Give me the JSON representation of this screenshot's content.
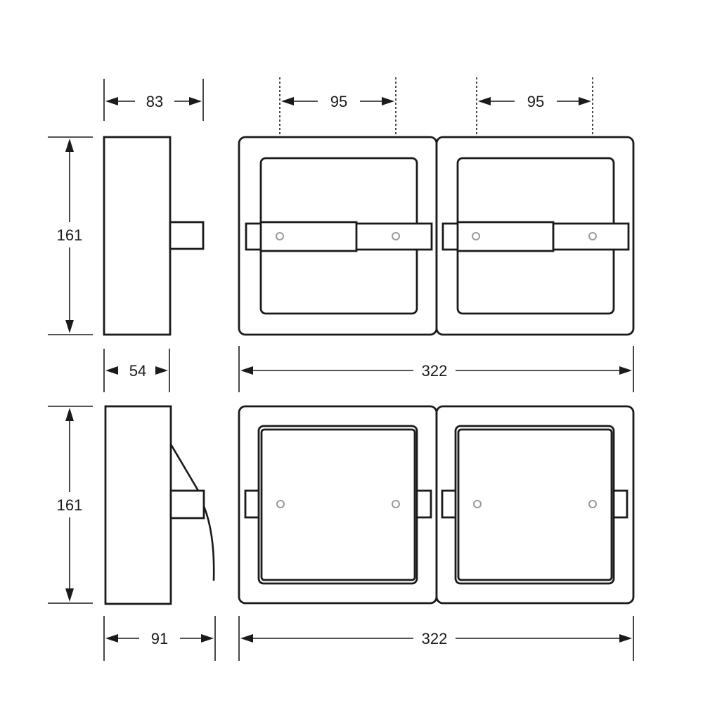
{
  "dimensions": {
    "side_depth_top": "83",
    "roll_spacing_left": "95",
    "roll_spacing_right": "95",
    "height_top": "161",
    "base_depth_top": "54",
    "width_top": "322",
    "height_bottom": "161",
    "side_depth_bottom": "91",
    "width_bottom": "322"
  }
}
